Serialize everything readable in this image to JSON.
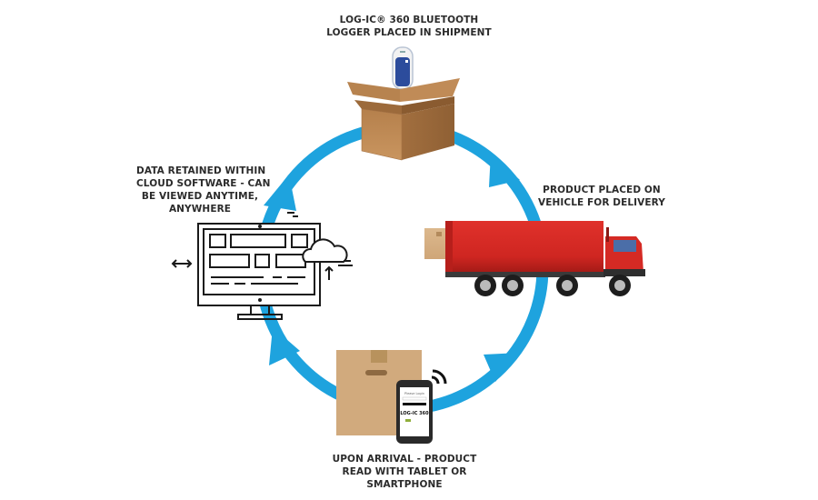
{
  "steps": [
    {
      "id": "logger-placed",
      "lines": [
        "LOG-IC® 360 BLUETOOTH",
        "LOGGER PLACED IN SHIPMENT"
      ],
      "icon": "open-box-with-logger-icon"
    },
    {
      "id": "vehicle-delivery",
      "lines": [
        "PRODUCT PLACED ON",
        "VEHICLE FOR DELIVERY"
      ],
      "icon": "delivery-truck-icon"
    },
    {
      "id": "arrival-read",
      "lines": [
        "UPON ARRIVAL - PRODUCT",
        "READ WITH TABLET OR",
        "SMARTPHONE"
      ],
      "icon": "box-and-smartphone-icon"
    },
    {
      "id": "cloud-data",
      "lines": [
        "DATA RETAINED WITHIN",
        "CLOUD SOFTWARE - CAN",
        "BE VIEWED ANYTIME,",
        "ANYWHERE"
      ],
      "icon": "monitor-cloud-icon"
    }
  ],
  "phone": {
    "screen_title": "Please Login",
    "brand": "LOG-IC 360"
  },
  "colors": {
    "cycle": "#1ea3de",
    "truck": "#d42a25",
    "box": "#c99a66",
    "text": "#2b2b2b"
  }
}
